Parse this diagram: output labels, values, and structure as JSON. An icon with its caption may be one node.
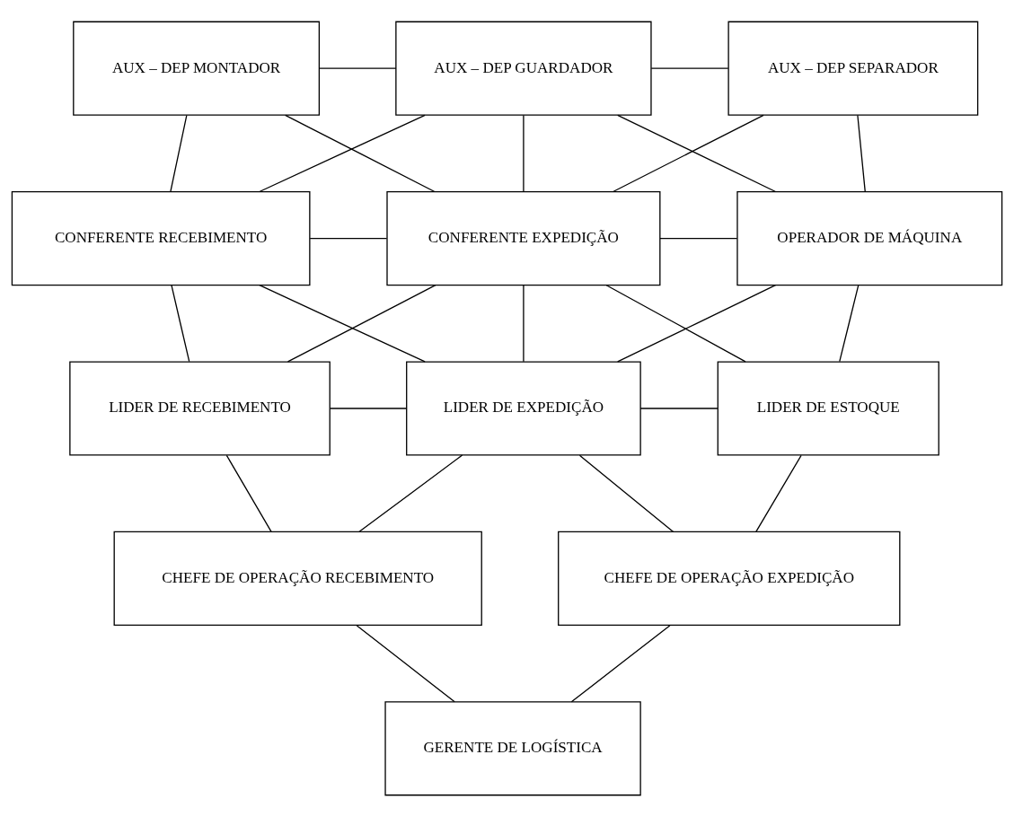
{
  "diagram": {
    "nodes": [
      {
        "text": [
          "AUX – DEP MONTADOR"
        ]
      },
      {
        "text": [
          "AUX – DEP GUARDADOR"
        ]
      },
      {
        "text": [
          "AUX – DEP SEPARADOR"
        ]
      },
      {
        "text": [
          "CONFERENTE RECEBIMENTO"
        ]
      },
      {
        "text": [
          "CONFERENTE EXPEDIÇÃO"
        ]
      },
      {
        "text": [
          "OPERADOR DE MÁQUINA"
        ]
      },
      {
        "text": [
          "LIDER DE RECEBIMENTO"
        ]
      },
      {
        "text": [
          "LIDER DE EXPEDIÇÃO"
        ]
      },
      {
        "text": [
          "LIDER DE ESTOQUE"
        ]
      },
      {
        "text": [
          "CHEFE DE OPERAÇÃO RECEBIMENTO"
        ]
      },
      {
        "text": [
          "CHEFE DE OPERAÇÃO EXPEDIÇÃO"
        ]
      },
      {
        "text": [
          "GERENTE DE LOGÍSTICA"
        ]
      }
    ],
    "edges": [
      {
        "from": 0,
        "to": 1,
        "arrow": "none"
      },
      {
        "from": 1,
        "to": 2,
        "arrow": "none"
      },
      {
        "from": 0,
        "to": 3,
        "arrow": "none"
      },
      {
        "from": 0,
        "to": 4,
        "arrow": "none"
      },
      {
        "from": 1,
        "to": 3,
        "arrow": "none"
      },
      {
        "from": 1,
        "to": 4,
        "arrow": "none"
      },
      {
        "from": 1,
        "to": 5,
        "arrow": "none"
      },
      {
        "from": 2,
        "to": 4,
        "arrow": "none"
      },
      {
        "from": 2,
        "to": 5,
        "arrow": "none"
      },
      {
        "from": 3,
        "to": 4,
        "arrow": "none"
      },
      {
        "from": 4,
        "to": 5,
        "arrow": "none"
      },
      {
        "from": 3,
        "to": 6,
        "arrow": "none"
      },
      {
        "from": 3,
        "to": 7,
        "arrow": "none"
      },
      {
        "from": 4,
        "to": 6,
        "arrow": "none"
      },
      {
        "from": 4,
        "to": 7,
        "arrow": "none"
      },
      {
        "from": 4,
        "to": 8,
        "arrow": "none"
      },
      {
        "from": 5,
        "to": 7,
        "arrow": "none"
      },
      {
        "from": 5,
        "to": 8,
        "arrow": "none"
      },
      {
        "from": 6,
        "to": 7,
        "arrow": "none"
      },
      {
        "from": 7,
        "to": 8,
        "arrow": "none"
      },
      {
        "from": 6,
        "to": 9,
        "arrow": "none"
      },
      {
        "from": 7,
        "to": 9,
        "arrow": "none"
      },
      {
        "from": 7,
        "to": 10,
        "arrow": "none"
      },
      {
        "from": 8,
        "to": 10,
        "arrow": "none"
      },
      {
        "from": 9,
        "to": 11,
        "arrow": "none"
      },
      {
        "from": 10,
        "to": 11,
        "arrow": "none"
      }
    ]
  }
}
